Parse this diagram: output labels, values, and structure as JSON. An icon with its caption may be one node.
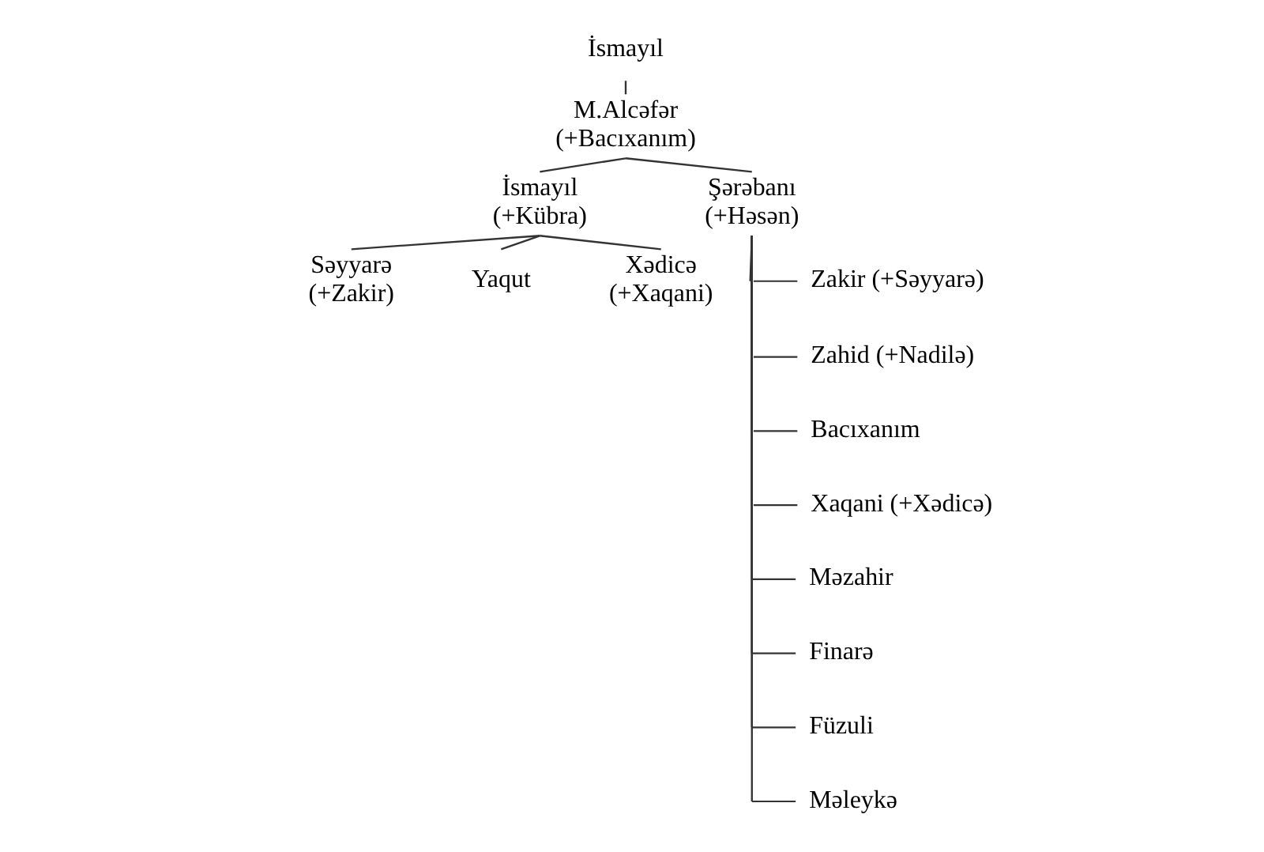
{
  "diagram": {
    "nodes": [
      {
        "text": [
          "İsmayıl"
        ]
      },
      {
        "text": [
          "M.Alcəfər (+Bacıxanım)"
        ]
      },
      {
        "text": [
          "İsmayıl (+Kübra)"
        ]
      },
      {
        "text": [
          "Şərəbanı (+Həsən)"
        ]
      },
      {
        "text": [
          "Səyyarə (+Zakir)"
        ]
      },
      {
        "text": [
          "Yaqut"
        ]
      },
      {
        "text": [
          "Xədicə (+Xaqani)"
        ]
      },
      {
        "text": [
          "Zakir (+Səyyarə)"
        ]
      },
      {
        "text": [
          "Zahid (+Nadilə)"
        ]
      },
      {
        "text": [
          "Bacıxanım"
        ]
      },
      {
        "text": [
          "Xaqani (+Xədicə)"
        ]
      },
      {
        "text": [
          "Məzahir"
        ]
      },
      {
        "text": [
          "Finarə"
        ]
      },
      {
        "text": [
          "Füzuli"
        ]
      },
      {
        "text": [
          "Məleykə"
        ]
      }
    ],
    "edges": [
      {
        "from": 0,
        "to": 1,
        "arrow": "none"
      },
      {
        "from": 1,
        "to": 2,
        "arrow": "none"
      },
      {
        "from": 1,
        "to": 3,
        "arrow": "none"
      },
      {
        "from": 2,
        "to": 4,
        "arrow": "none"
      },
      {
        "from": 2,
        "to": 5,
        "arrow": "none"
      },
      {
        "from": 2,
        "to": 6,
        "arrow": "none"
      },
      {
        "from": 3,
        "to": 7,
        "arrow": "none"
      },
      {
        "from": 3,
        "to": 8,
        "arrow": "none"
      },
      {
        "from": 3,
        "to": 9,
        "arrow": "none"
      },
      {
        "from": 3,
        "to": 10,
        "arrow": "none"
      },
      {
        "from": 3,
        "to": 11,
        "arrow": "none"
      },
      {
        "from": 3,
        "to": 12,
        "arrow": "none"
      },
      {
        "from": 3,
        "to": 13,
        "arrow": "none"
      },
      {
        "from": 3,
        "to": 14,
        "arrow": "none"
      }
    ]
  }
}
